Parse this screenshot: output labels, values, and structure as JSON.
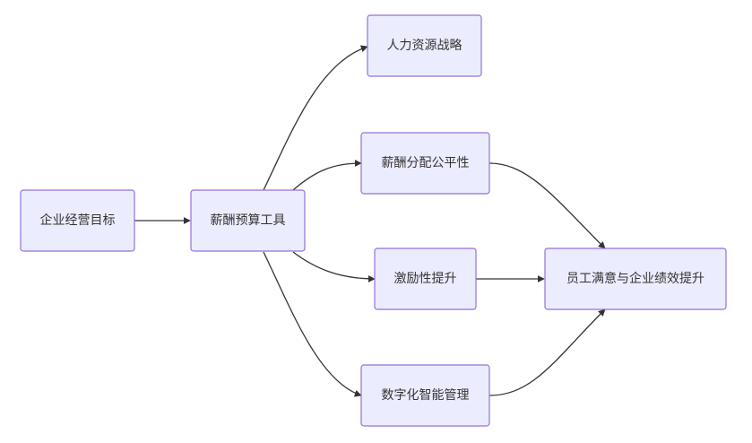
{
  "diagram": {
    "type": "flowchart",
    "direction": "LR",
    "colors": {
      "node_fill": "#ECECFF",
      "node_stroke": "#9370DB",
      "edge": "#333333",
      "text": "#333333"
    },
    "nodes": {
      "biz_goal": "企业经营目标",
      "salary_tool": "薪酬预算工具",
      "hr_strategy": "人力资源战略",
      "fairness": "薪酬分配公平性",
      "incentive": "激励性提升",
      "digital": "数字化智能管理",
      "satisfaction": "员工满意与企业绩效提升"
    },
    "edges": [
      [
        "biz_goal",
        "salary_tool"
      ],
      [
        "salary_tool",
        "hr_strategy"
      ],
      [
        "salary_tool",
        "fairness"
      ],
      [
        "salary_tool",
        "incentive"
      ],
      [
        "salary_tool",
        "digital"
      ],
      [
        "fairness",
        "satisfaction"
      ],
      [
        "incentive",
        "satisfaction"
      ],
      [
        "digital",
        "satisfaction"
      ]
    ]
  }
}
